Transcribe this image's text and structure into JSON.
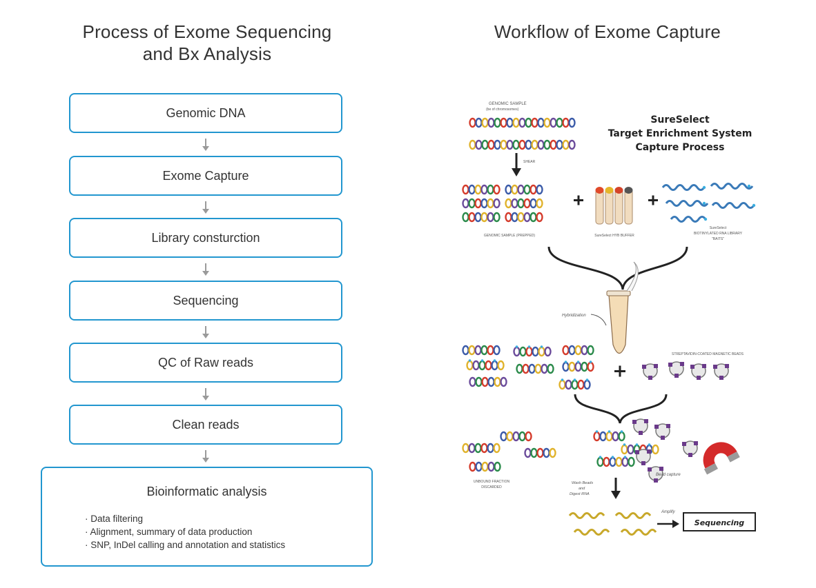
{
  "left": {
    "title": "Process of Exome Sequencing\nand Bx Analysis",
    "steps": [
      "Genomic DNA",
      "Exome Capture",
      "Library consturction",
      "Sequencing",
      "QC of Raw reads",
      "Clean reads"
    ],
    "analysis": {
      "title": "Bioinformatic analysis",
      "items": [
        "Data filtering",
        "Alignment, summary of data production",
        "SNP, InDel calling and annotation and statistics"
      ]
    }
  },
  "right": {
    "title": "Workflow of Exome Capture",
    "figure": {
      "heading": [
        "SureSelect",
        "Target Enrichment System",
        "Capture Process"
      ],
      "genomic_sample": "GENOMIC SAMPLE",
      "genomic_sample_sub": "(be of chromosomes)",
      "shear": "SHEAR",
      "prepped_label": "GENOMIC SAMPLE (PREPPED)",
      "buffer_label": "SureSelect HYB BUFFER",
      "baits_label": [
        "SureSelect",
        "BIOTINYLATED RNA LIBRARY",
        "\"BAITS\""
      ],
      "hybridization": "Hybridization",
      "beads_label": "STREPTAVIDIN-COATED MAGNETIC BEADS",
      "unbound_label": [
        "UNBOUND FRACTION",
        "DISCARDED"
      ],
      "bead_capture": "Bead capture",
      "wash_label": [
        "Wash Beads",
        "and",
        "Digest RNA"
      ],
      "amplify": "Amplify",
      "sequencing": "Sequencing"
    }
  },
  "colors": {
    "accent": "#2196cf",
    "arrow": "#9a9a9a",
    "magnet": "#d42a2a"
  }
}
